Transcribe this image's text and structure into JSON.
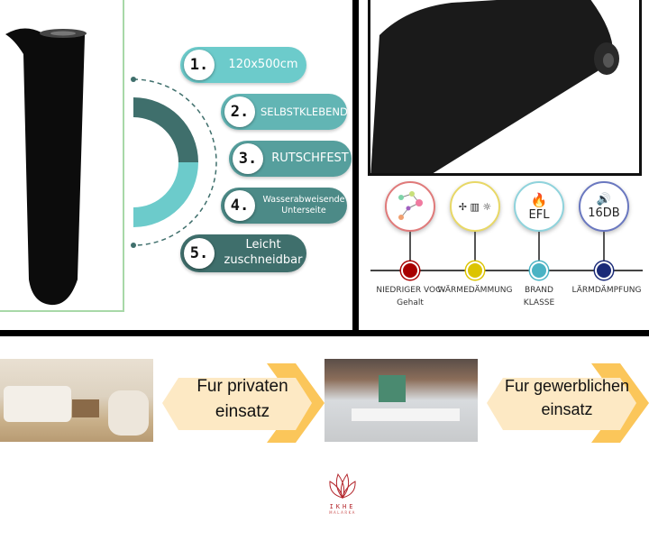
{
  "features": [
    {
      "num": "1.",
      "label": "120x500cm"
    },
    {
      "num": "2.",
      "label": "SELBSTKLEBEND"
    },
    {
      "num": "3.",
      "label": "RUTSCHFEST"
    },
    {
      "num": "4.",
      "label": "Wasserabweisende Unterseite"
    },
    {
      "num": "5.",
      "label": "Leicht zuschneidbar"
    }
  ],
  "properties": [
    {
      "icon": "molecule-icon",
      "badge": "",
      "label": "NIEDRIGER VOC-Gehalt",
      "color": "#a80000",
      "ring": "#e07a7a"
    },
    {
      "icon": "insulation-icon",
      "badge": "",
      "label": "WÄRMEDÄMMUNG",
      "color": "#dcc400",
      "ring": "#e8d866"
    },
    {
      "icon": "flame-icon",
      "badge": "EFL",
      "label": "BRAND KLASSE",
      "color": "#4ab3c4",
      "ring": "#8fd3dc"
    },
    {
      "icon": "speaker-icon",
      "badge": "16DB",
      "label": "LÄRMDÄMPFUNG",
      "color": "#1a2a78",
      "ring": "#6a78c0"
    }
  ],
  "usage": {
    "private": "Fur privaten einsatz",
    "commercial": "Fur gewerblichen einsatz"
  },
  "brand": {
    "name": "IKHE",
    "sub": "MALARKA"
  },
  "colors": {
    "teal_light": "#6ccbcb",
    "teal_dark": "#3f6f6c",
    "hex_yellow": "#fbc65a",
    "hex_fill": "#fde9c4"
  }
}
